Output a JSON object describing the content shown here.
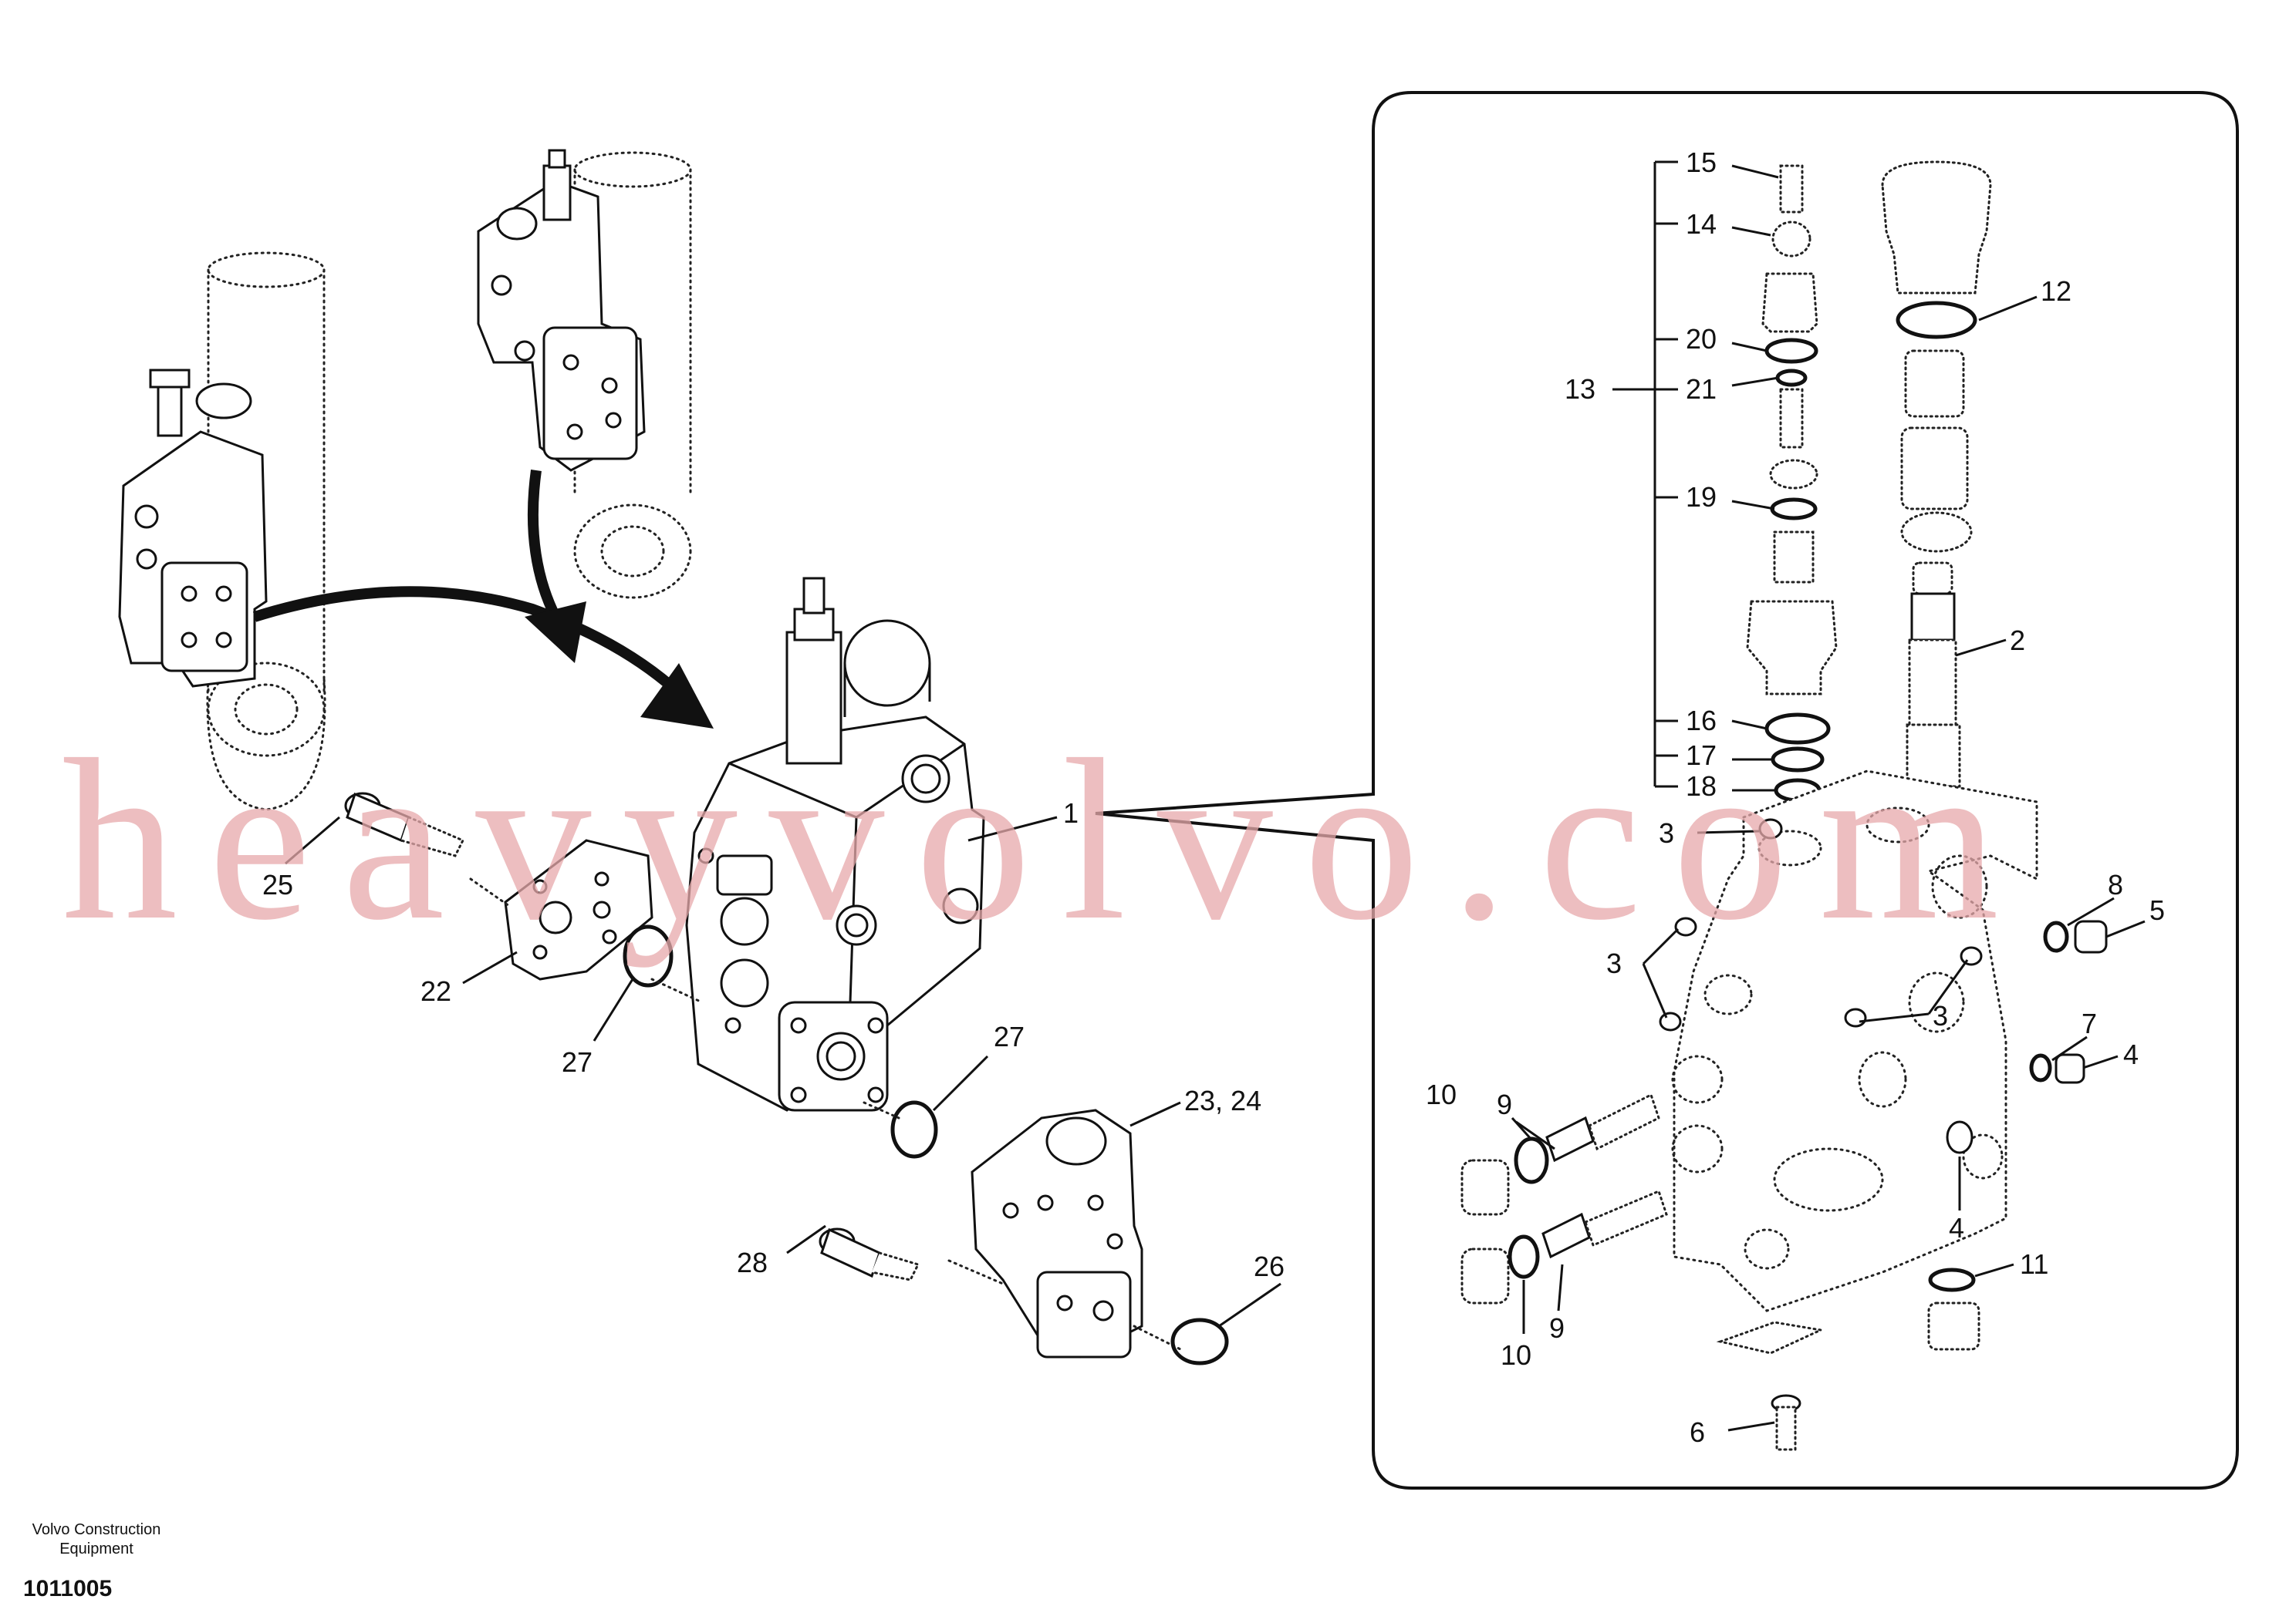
{
  "watermark": "heavyvolvo.com",
  "footer": {
    "company_line1": "Volvo Construction",
    "company_line2": "Equipment",
    "drawing_number": "1011005"
  },
  "callouts": {
    "c1": "1",
    "c2": "2",
    "c3a": "3",
    "c3b": "3",
    "c3c": "3",
    "c4a": "4",
    "c4b": "4",
    "c5": "5",
    "c6": "6",
    "c7": "7",
    "c8": "8",
    "c9a": "9",
    "c9b": "9",
    "c10a": "10",
    "c10b": "10",
    "c11": "11",
    "c12": "12",
    "c13": "13",
    "c14": "14",
    "c15": "15",
    "c16": "16",
    "c17": "17",
    "c18": "18",
    "c19": "19",
    "c20": "20",
    "c21": "21",
    "c22": "22",
    "c23_24": "23, 24",
    "c25": "25",
    "c26": "26",
    "c27a": "27",
    "c27b": "27",
    "c28": "28"
  }
}
